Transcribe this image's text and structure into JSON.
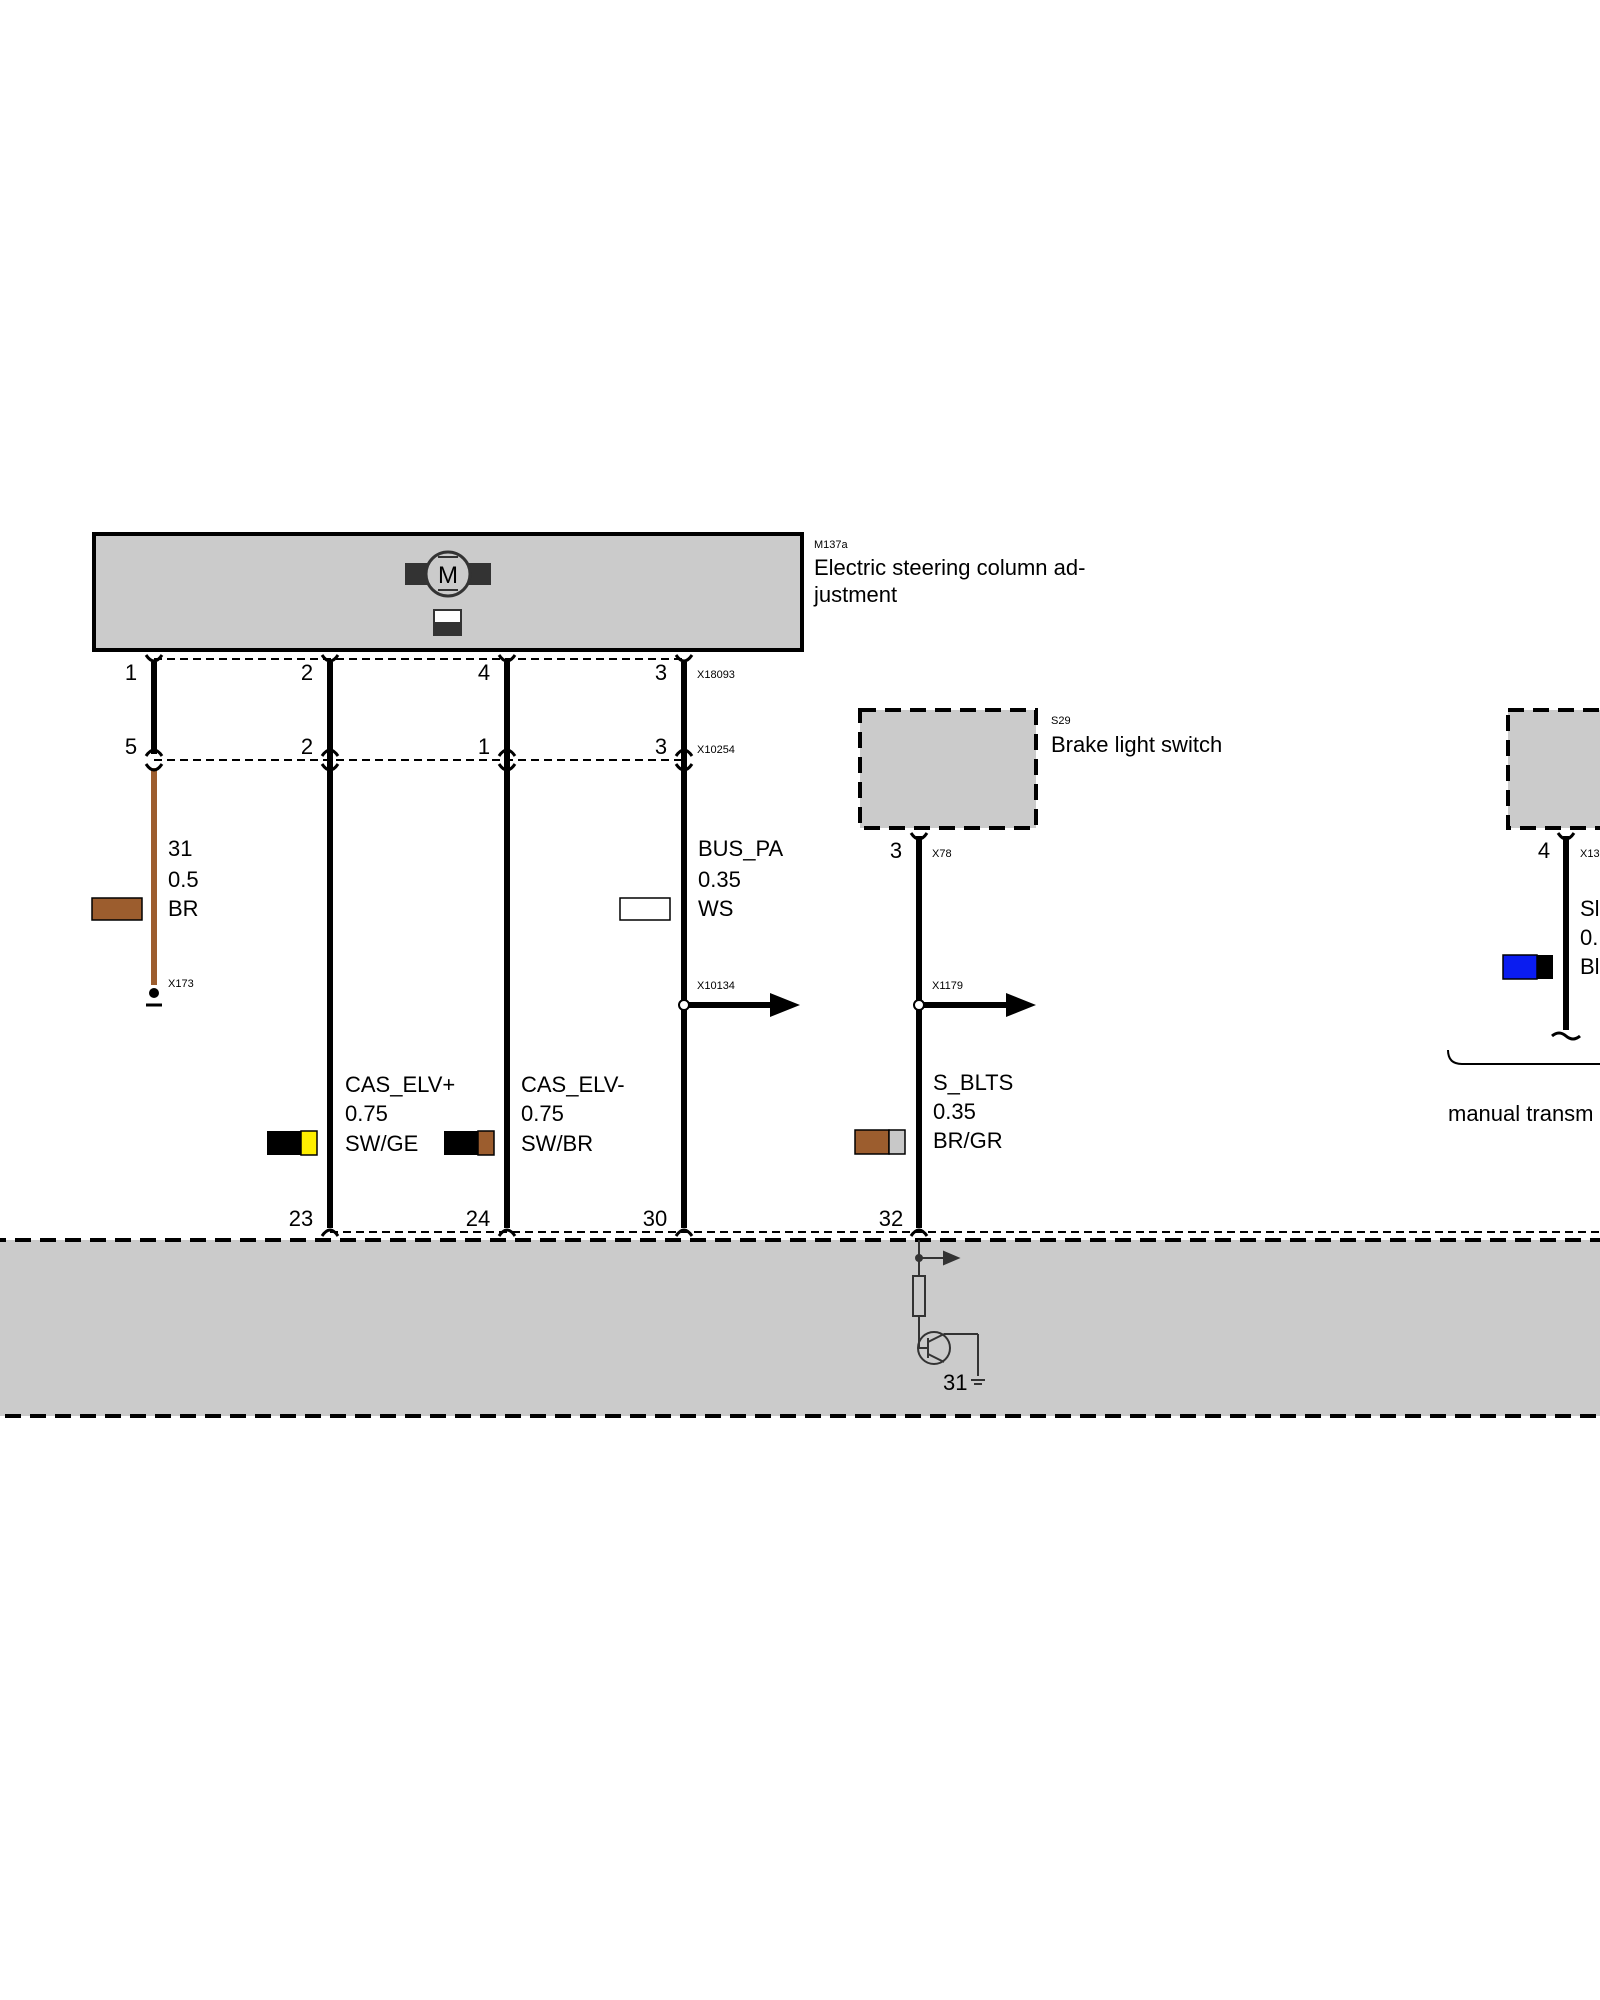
{
  "components": {
    "m137a": {
      "id": "M137a",
      "name_line1": "Electric steering column ad-",
      "name_line2": "justment"
    },
    "s29": {
      "id": "S29",
      "name": "Brake light switch"
    },
    "partial_right": {
      "pin": "4",
      "connector": "X13"
    }
  },
  "connectors": {
    "x18093": {
      "id": "X18093",
      "pins": [
        "1",
        "2",
        "4",
        "3"
      ]
    },
    "x10254": {
      "id": "X10254",
      "pins": [
        "5",
        "2",
        "1",
        "3"
      ]
    },
    "x173": {
      "id": "X173"
    },
    "x10134": {
      "id": "X10134"
    },
    "x78": {
      "id": "X78",
      "pin": "3"
    },
    "x1179": {
      "id": "X1179"
    },
    "control_unit_pins": [
      "23",
      "24",
      "30",
      "32"
    ]
  },
  "wires": {
    "w31": {
      "signal": "31",
      "size": "0.5",
      "color": "BR",
      "swatch": [
        "#9c5d2e"
      ]
    },
    "cas_elv_plus": {
      "signal": "CAS_ELV+",
      "size": "0.75",
      "color": "SW/GE",
      "swatch": [
        "#000000",
        "#ffef00"
      ]
    },
    "cas_elv_minus": {
      "signal": "CAS_ELV-",
      "size": "0.75",
      "color": "SW/BR",
      "swatch": [
        "#000000",
        "#9c5d2e"
      ]
    },
    "bus_pa": {
      "signal": "BUS_PA",
      "size": "0.35",
      "color": "WS",
      "swatch": [
        "#ffffff"
      ]
    },
    "s_blts": {
      "signal": "S_BLTS",
      "size": "0.35",
      "color": "BR/GR",
      "swatch": [
        "#9c5d2e",
        "#c8c8c8"
      ]
    },
    "partial_right": {
      "signal": "Sl",
      "size": "0.",
      "color": "Bl",
      "swatch": [
        "#0a1cf0",
        "#000000"
      ]
    }
  },
  "notes": {
    "manual_transmission": "manual transm",
    "ground_label": "31"
  },
  "colors": {
    "component_fill": "#cbcbcb",
    "brown_wire": "#9c5d2e",
    "line": "#000000"
  }
}
